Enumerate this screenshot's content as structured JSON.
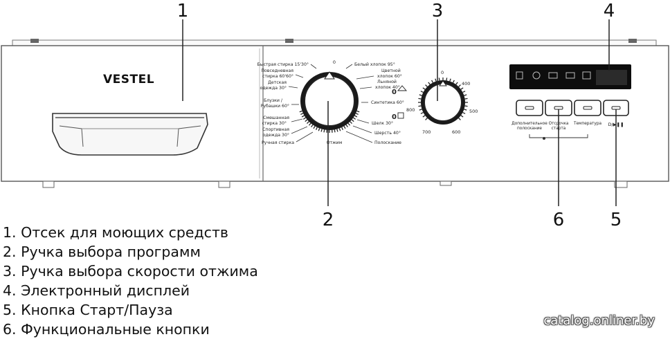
{
  "callouts": [
    "1",
    "2",
    "3",
    "4",
    "5",
    "6"
  ],
  "brand": "VESTEL",
  "program_dial": {
    "zero": "0",
    "left_labels": [
      "Быстрая стирка 15'30°",
      "Повседневная",
      "стирка 60'60°",
      "Детская",
      "одежда 30°",
      "Блузки /",
      "Рубашки 60°",
      "Смешанная",
      "стирка 30°",
      "Спортивная",
      "одежда 30°",
      "Ручная стирка"
    ],
    "right_labels": [
      "Белый хлопок 95°",
      "Цветной",
      "хлопок 60°",
      "Льняной",
      "хлопок 40°",
      "Синтетика 60°",
      "Шелк 30°",
      "Шерсть 40°",
      "Полоскание"
    ],
    "bottom_label": "Отжим"
  },
  "spin_dial": {
    "speeds": [
      "0",
      "400",
      "500",
      "600",
      "700",
      "800"
    ]
  },
  "buttons": {
    "extra_rinse": [
      "Дополнительное",
      "полоскание"
    ],
    "delay_start": [
      "Отсрочка",
      "старта"
    ],
    "temperature": "Температура",
    "start_pause": "D/▶❚❚"
  },
  "legend": [
    "1. Отсек для моющих средств",
    "2. Ручка выбора программ",
    "3. Ручка выбора скорости отжима",
    "4. Электронный дисплей",
    "5. Кнопка Старт/Пауза",
    "6. Функциональные кнопки"
  ],
  "watermark": "catalog.onliner.by"
}
